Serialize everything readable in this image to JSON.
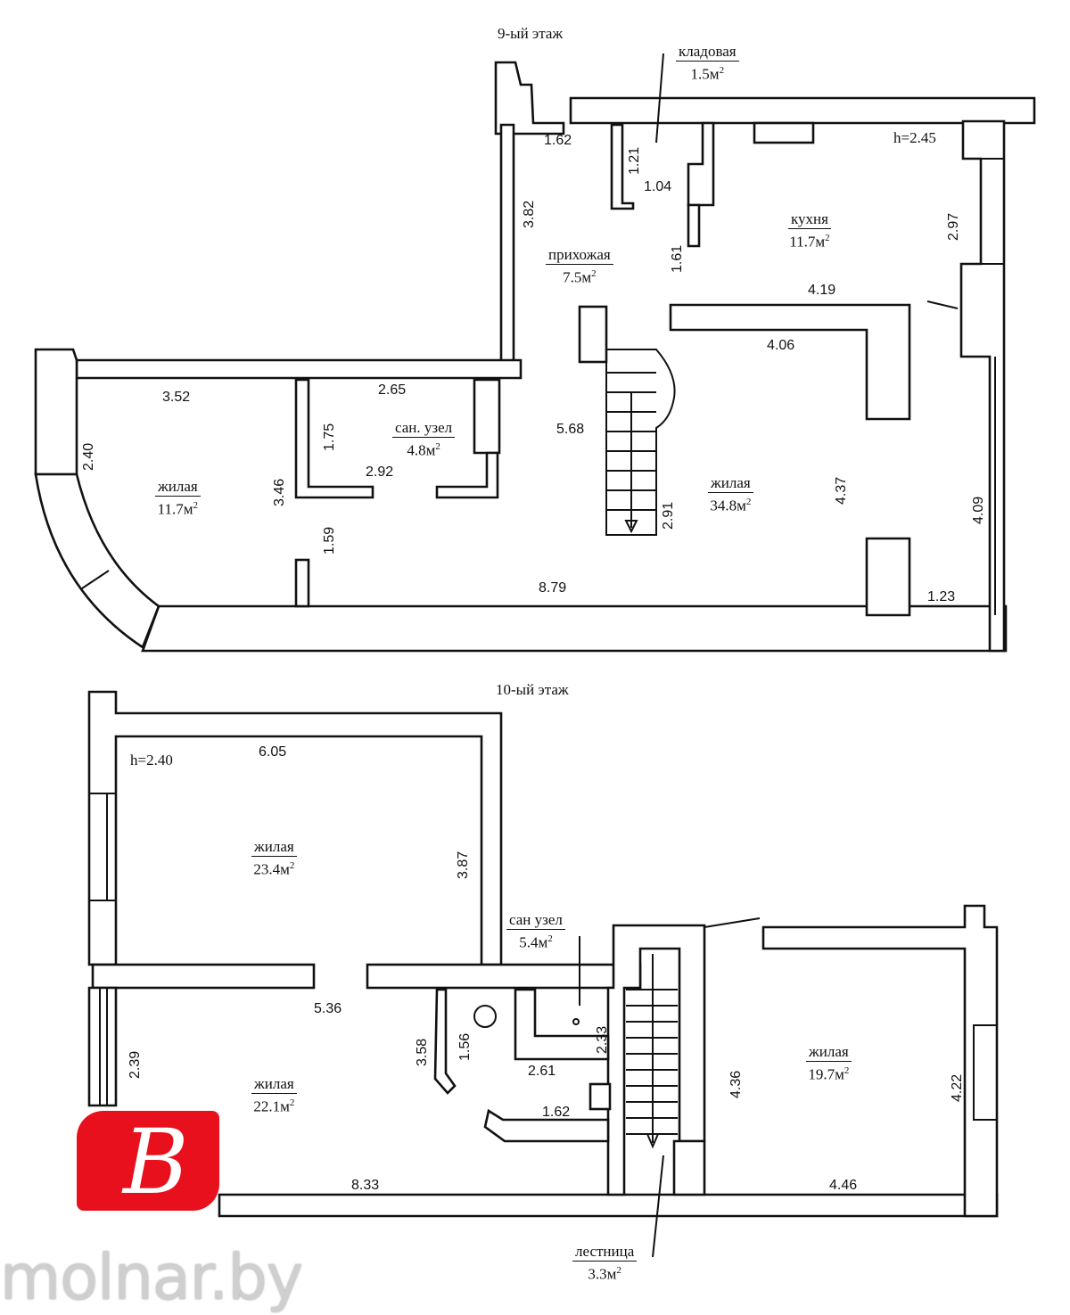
{
  "floors": [
    {
      "title": "9-ый этаж",
      "height": "h=2.45",
      "rooms": [
        {
          "name": "кладовая",
          "area": "1.5м",
          "unit": "2"
        },
        {
          "name": "кухня",
          "area": "11.7м",
          "unit": "2"
        },
        {
          "name": "прихожая",
          "area": "7.5м",
          "unit": "2"
        },
        {
          "name": "сан. узел",
          "area": "4.8м",
          "unit": "2"
        },
        {
          "name": "жилая",
          "area": "11.7м",
          "unit": "2"
        },
        {
          "name": "жилая",
          "area": "34.8м",
          "unit": "2"
        }
      ],
      "dimensions": [
        "1.62",
        "1.21",
        "1.04",
        "3.82",
        "1.61",
        "2.97",
        "4.19",
        "4.06",
        "3.52",
        "2.65",
        "1.75",
        "2.40",
        "3.46",
        "2.92",
        "5.68",
        "4.37",
        "2.91",
        "4.09",
        "1.59",
        "8.79",
        "1.23"
      ]
    },
    {
      "title": "10-ый этаж",
      "height": "h=2.40",
      "rooms": [
        {
          "name": "жилая",
          "area": "23.4м",
          "unit": "2"
        },
        {
          "name": "сан узел",
          "area": "5.4м",
          "unit": "2"
        },
        {
          "name": "жилая",
          "area": "22.1м",
          "unit": "2"
        },
        {
          "name": "жилая",
          "area": "19.7м",
          "unit": "2"
        },
        {
          "name": "лестница",
          "area": "3.3м",
          "unit": "2"
        }
      ],
      "dimensions": [
        "6.05",
        "3.87",
        "5.36",
        "3.58",
        "1.56",
        "2.33",
        "2.61",
        "2.39",
        "1.62",
        "4.36",
        "4.22",
        "8.33",
        "4.46"
      ]
    }
  ],
  "brand": {
    "logo_letter": "B",
    "logo_color": "#e8101c",
    "site": "molnar.by"
  }
}
